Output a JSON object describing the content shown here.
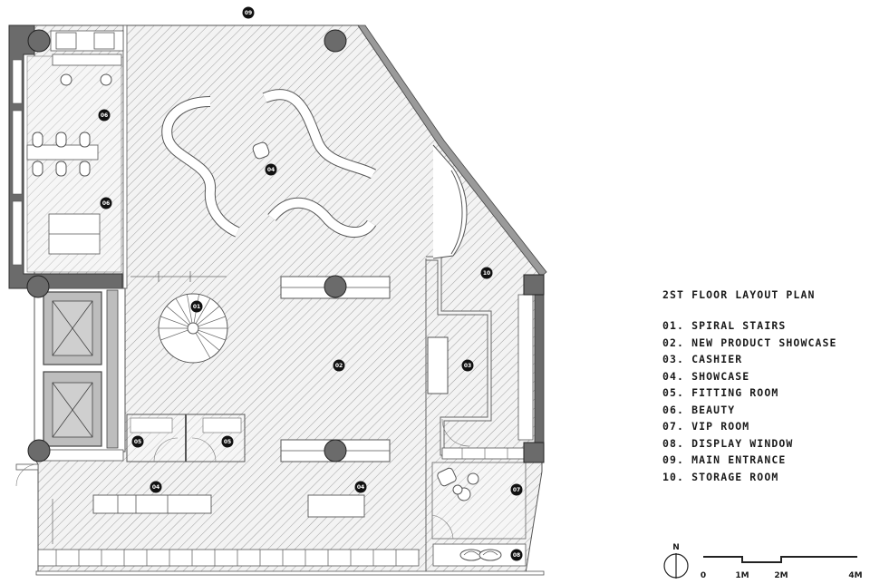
{
  "legend": {
    "title": "2ST FLOOR LAYOUT PLAN",
    "items": [
      "01. SPIRAL STAIRS",
      "02. NEW PRODUCT SHOWCASE",
      "03. CASHIER",
      "04. SHOWCASE",
      "05. FITTING ROOM",
      "06. BEAUTY",
      "07. VIP ROOM",
      "08. DISPLAY WINDOW",
      "09. MAIN ENTRANCE",
      "10. STORAGE ROOM"
    ]
  },
  "tags": [
    "09",
    "06",
    "06",
    "04",
    "10",
    "01",
    "02",
    "03",
    "05",
    "05",
    "04",
    "04",
    "07",
    "08"
  ],
  "north": "N",
  "scale": {
    "labels": [
      "0",
      "1M",
      "2M",
      "4M"
    ]
  }
}
